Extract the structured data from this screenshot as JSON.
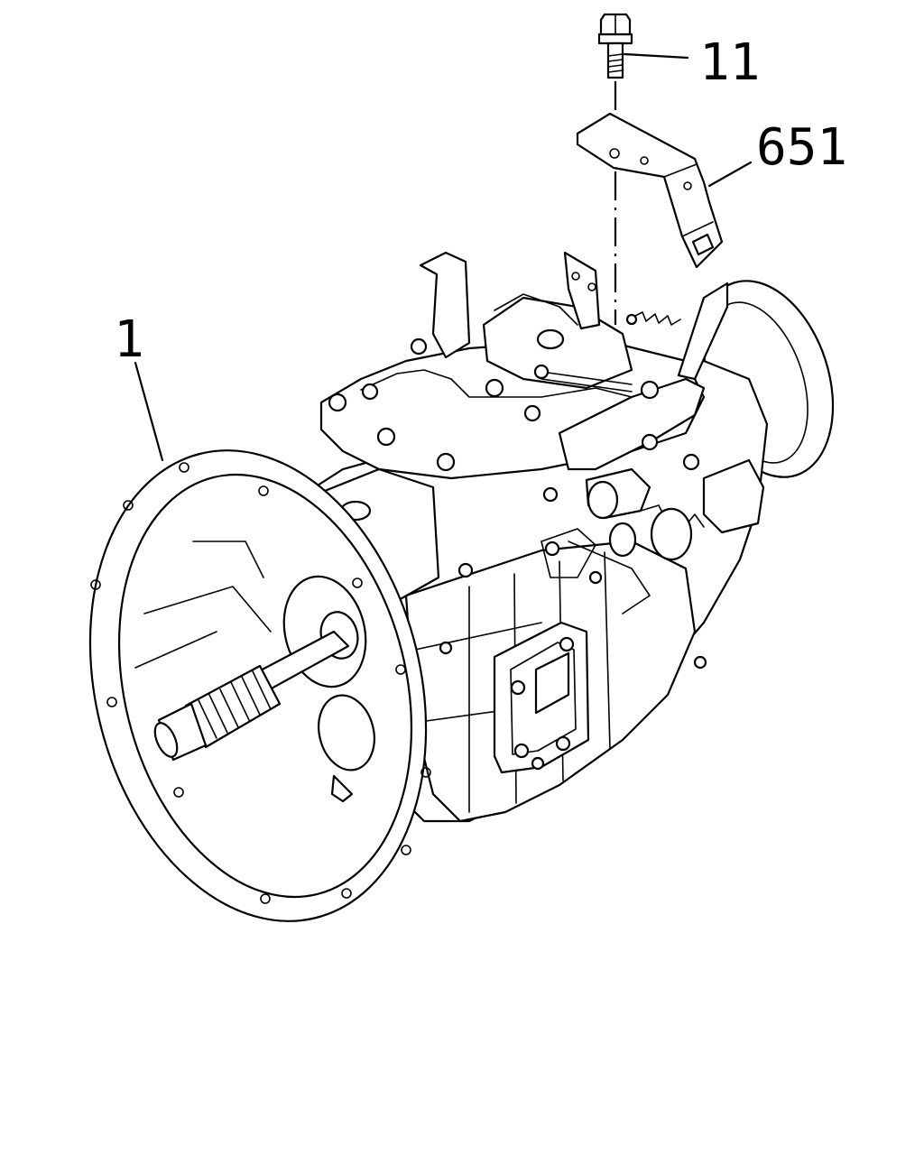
{
  "callouts": {
    "part_1": "1",
    "part_11": "11",
    "part_651": "651"
  },
  "parts": {
    "transmission": "transmission-assembly",
    "bolt": "bolt",
    "bracket": "bracket"
  },
  "colors": {
    "line": "#000000",
    "background": "#ffffff"
  }
}
